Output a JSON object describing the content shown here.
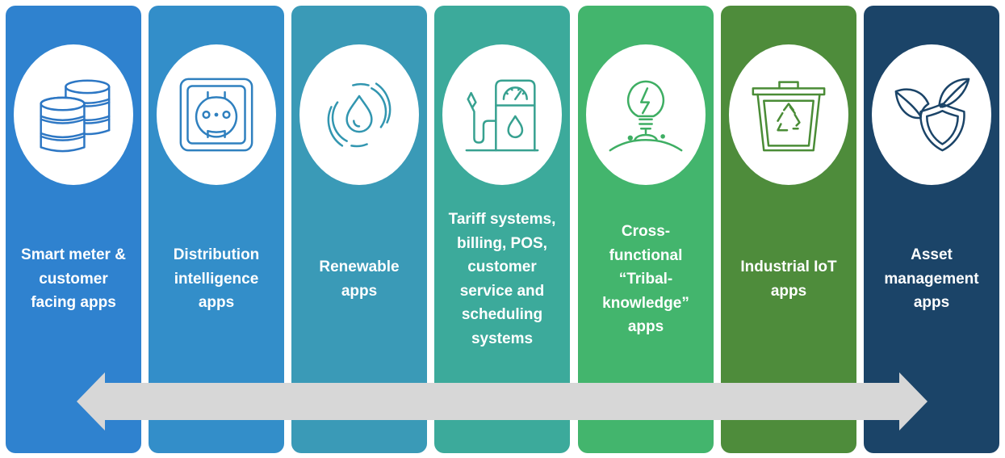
{
  "panels": [
    {
      "color": "#2f82cf",
      "icon": "oil-barrels-icon",
      "icon_color": "#2d77c4",
      "label_lines": [
        "Smart meter &",
        "customer",
        "facing apps"
      ]
    },
    {
      "color": "#338ec9",
      "icon": "power-socket-icon",
      "icon_color": "#2f80bf",
      "label_lines": [
        "Distribution",
        "intelligence",
        "apps"
      ]
    },
    {
      "color": "#3a9ab7",
      "icon": "water-drop-cycle-icon",
      "icon_color": "#3296b0",
      "label_lines": [
        "Renewable",
        "apps"
      ]
    },
    {
      "color": "#3caa9b",
      "icon": "fuel-pump-icon",
      "icon_color": "#37a190",
      "label_lines": [
        "Tariff systems,",
        "billing, POS,",
        "customer",
        "service and",
        "scheduling",
        "systems"
      ]
    },
    {
      "color": "#43b56d",
      "icon": "lightbulb-sprout-icon",
      "icon_color": "#3eae63",
      "label_lines": [
        "Cross-",
        "functional",
        "“Tribal-",
        "knowledge”",
        "apps"
      ]
    },
    {
      "color": "#4e8c3b",
      "icon": "recycle-bin-icon",
      "icon_color": "#4a8c36",
      "label_lines": [
        "Industrial IoT",
        "apps"
      ]
    },
    {
      "color": "#1b4468",
      "icon": "leaf-shield-icon",
      "icon_color": "#1b4468",
      "label_lines": [
        "Asset",
        "management",
        "apps"
      ]
    }
  ],
  "arrow": {
    "color": "#d7d7d7",
    "direction": "bidirectional"
  }
}
